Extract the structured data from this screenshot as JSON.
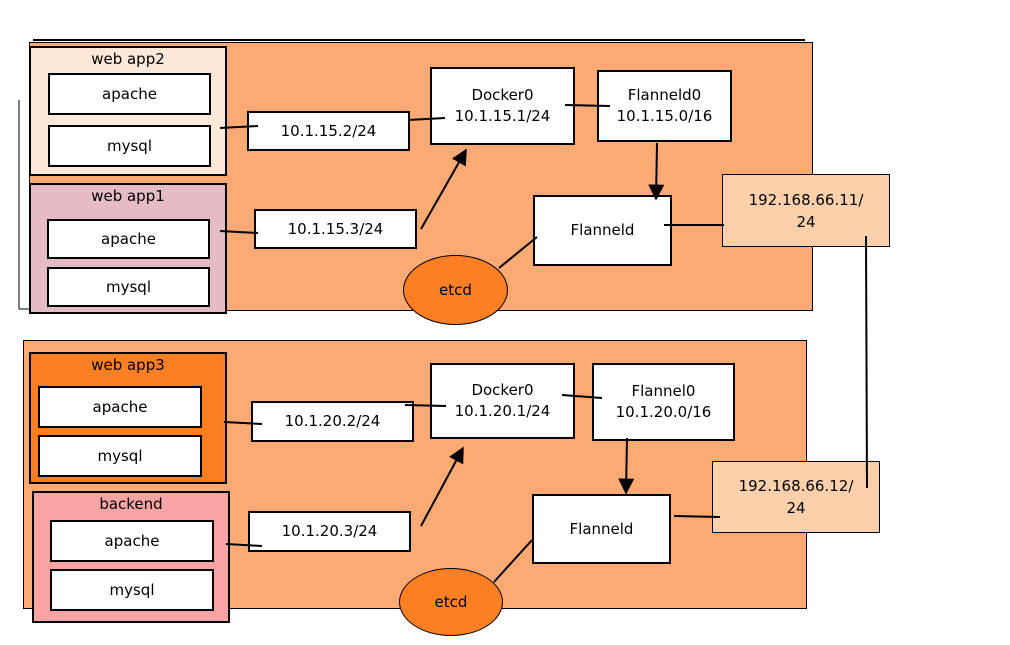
{
  "hosts": [
    {
      "apps": [
        {
          "name": "web app2",
          "services": [
            "apache",
            "mysql"
          ],
          "color": "#fde8da"
        },
        {
          "name": "web app1",
          "services": [
            "apache",
            "mysql"
          ],
          "color": "#e6bcc4"
        }
      ],
      "veths": [
        "10.1.15.2/24",
        "10.1.15.3/24"
      ],
      "docker": {
        "name": "Docker0",
        "ip": "10.1.15.1/24"
      },
      "flannel_if": {
        "name": "Flanneld0",
        "subnet": "10.1.15.0/16"
      },
      "flanneld": "Flanneld",
      "etcd": "etcd",
      "host_ip": [
        "192.168.66.11/",
        "24"
      ]
    },
    {
      "apps": [
        {
          "name": "web app3",
          "services": [
            "apache",
            "mysql"
          ],
          "color": "#fd7f23"
        },
        {
          "name": "backend",
          "services": [
            "apache",
            "mysql"
          ],
          "color": "#f8a4a4"
        }
      ],
      "veths": [
        "10.1.20.2/24",
        "10.1.20.3/24"
      ],
      "docker": {
        "name": "Docker0",
        "ip": "10.1.20.1/24"
      },
      "flannel_if": {
        "name": "Flannel0",
        "subnet": "10.1.20.0/16"
      },
      "flanneld": "Flanneld",
      "etcd": "etcd",
      "host_ip": [
        "192.168.66.12/",
        "24"
      ]
    }
  ],
  "colors": {
    "host_bg": "#fcaa74",
    "ip_bg": "#fdd0ac",
    "etcd": "#fd7f23"
  }
}
